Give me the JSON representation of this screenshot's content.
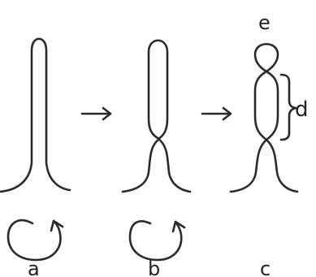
{
  "labels": {
    "a": "a",
    "b": "b",
    "c": "c",
    "d": "d",
    "e": "e"
  },
  "colors": {
    "ink": "#2a2a2a",
    "background": "#ffffff"
  }
}
